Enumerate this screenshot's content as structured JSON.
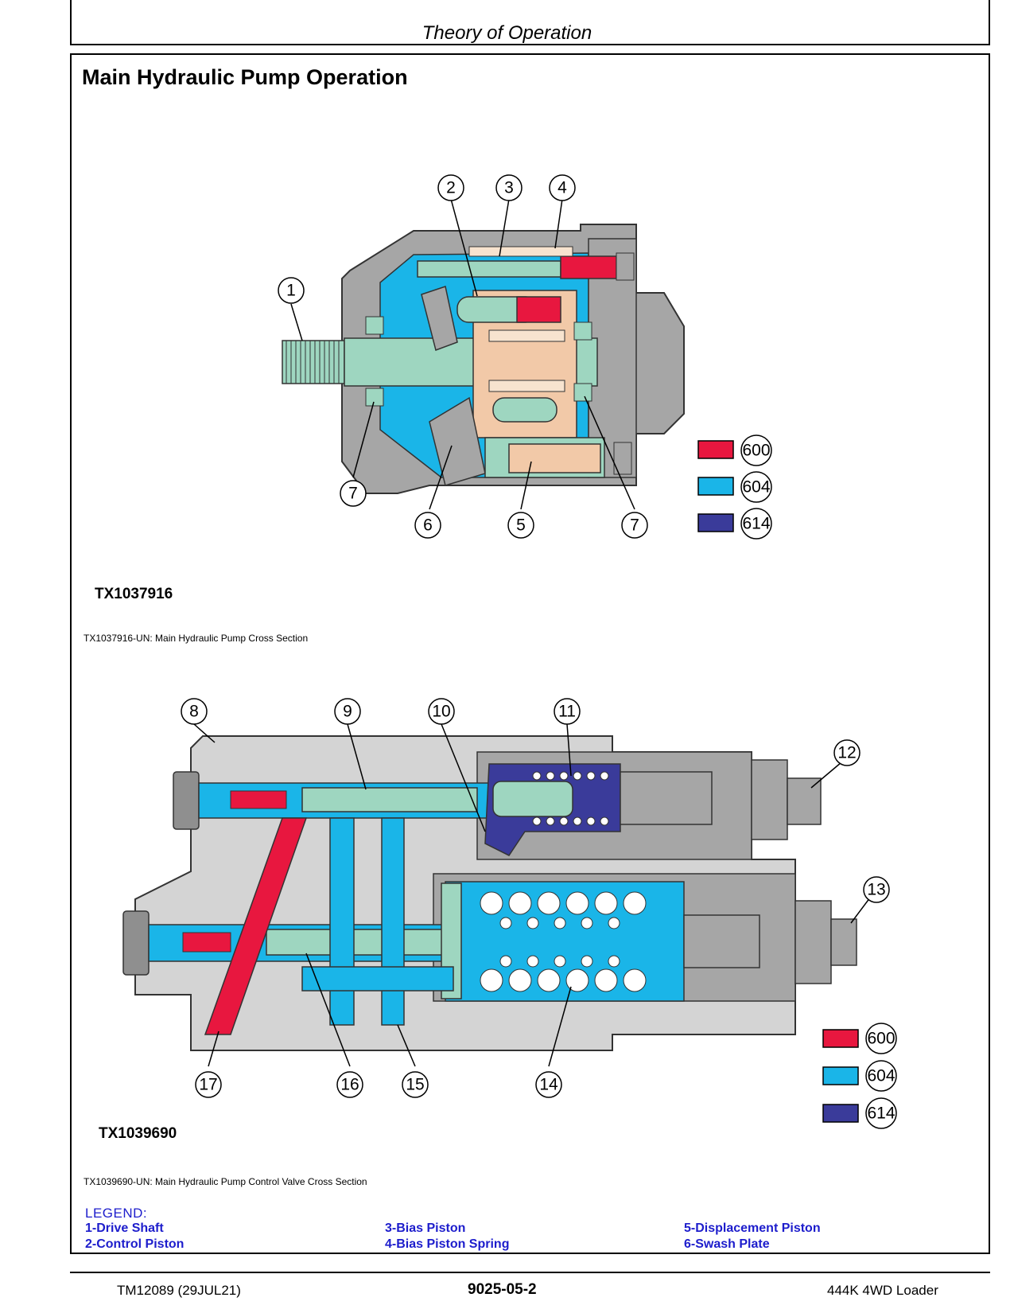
{
  "header": {
    "title": "Theory of Operation"
  },
  "section": {
    "title": "Main Hydraulic Pump Operation"
  },
  "figure1": {
    "id": "TX1037916",
    "caption": "TX1037916-UN: Main Hydraulic Pump Cross Section",
    "callouts": [
      "1",
      "2",
      "3",
      "4",
      "5",
      "6",
      "7",
      "7"
    ],
    "color_key": [
      {
        "code": "600",
        "color": "#e8173f"
      },
      {
        "code": "604",
        "color": "#1ab5e8"
      },
      {
        "code": "614",
        "color": "#3a3b9a"
      }
    ]
  },
  "figure2": {
    "id": "TX1039690",
    "caption": "TX1039690-UN: Main Hydraulic Pump Control Valve Cross Section",
    "callouts": [
      "8",
      "9",
      "10",
      "11",
      "12",
      "13",
      "14",
      "15",
      "16",
      "17"
    ],
    "color_key": [
      {
        "code": "600",
        "color": "#e8173f"
      },
      {
        "code": "604",
        "color": "#1ab5e8"
      },
      {
        "code": "614",
        "color": "#3a3b9a"
      }
    ]
  },
  "legend": {
    "heading": "LEGEND:",
    "items": [
      "1-Drive Shaft",
      "2-Control Piston",
      "3-Bias Piston",
      "4-Bias Piston Spring",
      "5-Displacement Piston",
      "6-Swash Plate"
    ]
  },
  "footer": {
    "left": "TM12089 (29JUL21)",
    "center": "9025-05-2",
    "right": "444K 4WD Loader"
  },
  "colors": {
    "pressure_red": "#e8173f",
    "oil_blue": "#1ab5e8",
    "pilot_purple": "#3a3b9a",
    "part_green": "#9ed6c0",
    "part_tan": "#f2c9a8",
    "housing_gray": "#a9a9a9",
    "legend_text": "#1d1dcc"
  }
}
